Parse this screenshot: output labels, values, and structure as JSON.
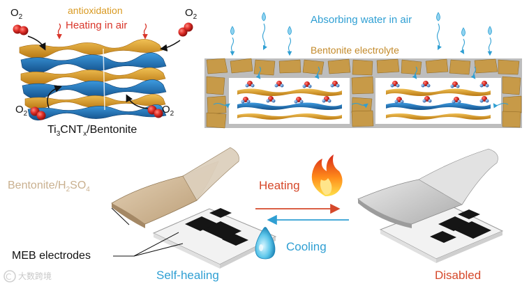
{
  "colors": {
    "gold": "#d99a22",
    "blue": "#2a7fc0",
    "red": "#d9362b",
    "bentonite": "#c9b08f",
    "cyan": "#2f9fd3",
    "orange_red": "#d5482a",
    "grey_box": "#bdbdbd"
  },
  "top_left": {
    "o2_symbol": "O",
    "o2_sub": "2",
    "antioxidation": "antioxidation",
    "heating": "Heating in air",
    "composite_prefix": "Ti",
    "composite_sub1": "3",
    "composite_mid": "CNT",
    "composite_sub2": "x",
    "composite_suffix": "/Bentonite"
  },
  "top_right": {
    "absorbing": "Absorbing water in air",
    "electrolyte": "Bentonite electrolyte"
  },
  "bottom": {
    "bentonite_prefix": "Bentonite/H",
    "bentonite_sub1": "2",
    "bentonite_mid": "SO",
    "bentonite_sub2": "4",
    "meb": "MEB electrodes",
    "heating": "Heating",
    "cooling": "Cooling",
    "self_healing": "Self-healing",
    "disabled": "Disabled"
  },
  "watermark": "大数跨境",
  "icons": [
    "oxygen-molecule-icon",
    "water-drop-icon",
    "flame-icon",
    "curved-arrow-icon"
  ]
}
